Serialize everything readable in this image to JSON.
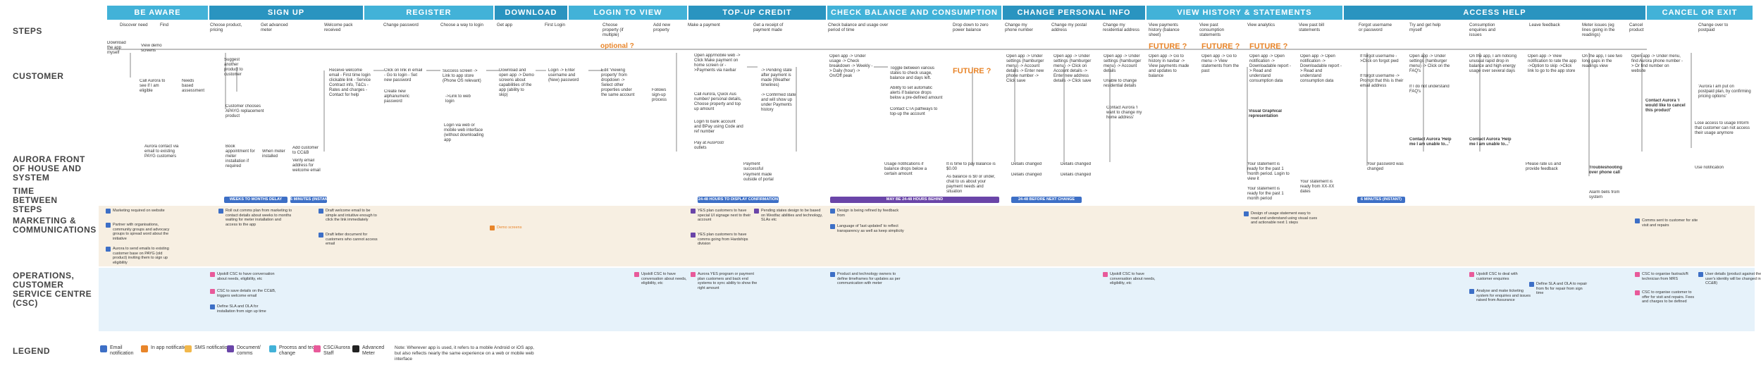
{
  "rows": {
    "steps": "STEPS",
    "customer": "CUSTOMER",
    "front": "AURORA FRONT OF HOUSE AND SYSTEM",
    "time": "TIME BETWEEN STEPS",
    "marketing": "MARKETING & COMMUNICATIONS",
    "ops": "OPERATIONS, CUSTOMER SERVICE CENTRE (CSC)",
    "legend": "LEGEND"
  },
  "phases": [
    {
      "label": "BE AWARE"
    },
    {
      "label": "SIGN UP"
    },
    {
      "label": "REGISTER"
    },
    {
      "label": "DOWNLOAD"
    },
    {
      "label": "LOGIN TO VIEW"
    },
    {
      "label": "TOP-UP CREDIT"
    },
    {
      "label": "CHECK BALANCE AND CONSUMPTION"
    },
    {
      "label": "CHANGE PERSONAL INFO"
    },
    {
      "label": "VIEW HISTORY & STATEMENTS"
    },
    {
      "label": "ACCESS HELP"
    },
    {
      "label": "CANCEL OR EXIT"
    }
  ],
  "steps": [
    "Discover need",
    "Find",
    "Choose product, pricing",
    "Get advanced meter",
    "Welcome pack received",
    "Change password",
    "Choose a way to login",
    "Get app",
    "First Login",
    "Choose property (if multiple)",
    "Add new property",
    "Make a payment",
    "Get a receipt of payment made",
    "Check balance and usage over period of time",
    "Drop down to zero power balance",
    "Change my phone number",
    "Change my postal address",
    "Change my residential address",
    "View payments history (balance sheet)",
    "View past consumption statements",
    "View analytics",
    "View past bill statements",
    "Forgot username or password",
    "Try and get help myself",
    "Consumption enquiries and issues",
    "Leave feedback",
    "Meter issues (eg lines going in the readings)",
    "Cancel product",
    "Change over to postpaid"
  ],
  "optional": "optional ?",
  "future": [
    "FUTURE ?",
    "FUTURE ?",
    "FUTURE ?",
    "FUTURE ?"
  ],
  "customer": [
    "Download the app myself",
    "View demo screens",
    "Call Aurora to see if I am eligible",
    "Needs based assessment",
    "Suggest another product to customer",
    "Customer chooses APAYG replacement product",
    "Receive welcome email - First time login clickable link - Service Contract info, T&Cs - Rates and charges - Contact for help",
    "Click on link in email - Go to login - Set new password",
    "Create new alphanumeric password",
    "Success screen -> Link to app store (Phone OS relevant)",
    "->Link to web login",
    "Login via web or mobile web interface (without downloading app",
    "Download and open app -> Demo screens about capabilities of the app (ability to skip)",
    "Login -> Enter username and (New) password",
    "Edit 'Viewing property' from dropdown -> Select other properties under the same account",
    "Follows sign-up process",
    "Open app/mobile web -> Click Make payment on home screen or ->Payments via navbar",
    "Call Aurora, Quick Aus number/ personal details, Choose property and top up amount",
    "Login to bank account and BPay using Code and ref number",
    "Pay at AusPost/ outlets",
    "-> Pending state after payment is made (Weather timelines)",
    "-> Confirmed state and will show up under Payments history",
    "Open app -> Under usage -> Check breakdown -> Weekly -> Daily (hour) -> On/Off peak",
    "Toggle between various states to check usage, balance and days left.",
    "Ability to set automatic alerts if balance drops below a pre-defined amount",
    "Contact CTA pathways to top-up the account",
    "Open app -> Under settings (hamburger menu) -> Account details -> Enter new phone number -> Click save",
    "Open app -> Under settings (hamburger menu) -> Click on Account details -> Enter new address details -> Click save",
    "Open app -> Under settings (hamburger menu) -> Account details",
    "Unable to change residential details",
    "Contact Aurora 'I want to change my home address'",
    "Open app -> Go to history in navbar -> View payments made and updates to balance",
    "Open app -> Go to menu -> View statements from the past",
    "Open app -> Open notification -> Downloadable report -> Read and understand consumption data",
    "Open app -> Open notification -> Downloadable report -> Read and understand consumption data",
    "If forgot username ->Click on forgot pwd",
    "If forgot username -> Prompt that this is their email address",
    "Open app -> Under settings (hamburger menu) -> Click on the FAQ's",
    "If I do not understand FAQ's",
    "On the app, I am noticing unusual rapid drop in balance and high energy usage over several days",
    "Open app -> View notification to rate the app ->Option to skip ->Click link to go to the app store",
    "On the app, I see two long gaps in the readings view",
    "Open app -> Under menu, find Aurora phone number -> Or find number on website",
    "'Aurora I am put on postpaid plan, by confirming pricing options'",
    "Contact Aurora 'I would like to cancel this product'",
    "Contact Aurora 'Help me I am unable to...'",
    "Contact Aurora 'Help me I am unable to...'",
    "Visual Graphical representation"
  ],
  "front": [
    "Aurora contact via email to existing PAYG customers",
    "Book appointment for meter installation if required",
    "When meter installed",
    "Add customer to CC&B",
    "Verify email address for welcome email",
    "Payment successful",
    "Payment made outside of portal",
    "Usage notifications if balance drops below a certain amount",
    "It is time to pay Balance is $0.00",
    "As balance is $0 or under, chat to us about your payment needs and situation",
    "Details changed",
    "Details changed",
    "Details changed",
    "Details changed",
    "Your statement is ready for the past 1 month period. Login to view it",
    "Your statement is ready for the past 1 month period",
    "Your statement is ready from XX-XX dates",
    "Your password was changed",
    "Please rate us and provide feedback",
    "Troubleshooting over phone call",
    "Alarm bells from system",
    "Lose access to usage Inform that customer can not access their usage anymore",
    "Use notification"
  ],
  "time": [
    {
      "label": "WEEKS TO MONTHS DELAY"
    },
    {
      "label": "6 MINUTES (INSTANT)"
    },
    {
      "label": "24-48 HOURS TO DISPLAY CONFIRMATION"
    },
    {
      "label": "MAY BE 24-48 HOURS BEHIND"
    },
    {
      "label": "24-48 BEFORE NEXT CHANGE"
    },
    {
      "label": "6 MINUTES (INSTANT)"
    }
  ],
  "marketing": [
    "Marketing required on website",
    "Partner with organisations, community groups and advocacy groups to spread word about the initiative",
    "Aurora to send emails to existing customer base on PAYG (old product) inviting them to sign up eligibility",
    "Roll out comms plan from marketing to contact details about weeks to months waiting for meter installation and access to the app",
    "Draft welcome email to be simple and intuitive enough to click the link immediately",
    "Draft letter document for customers who cannot access email",
    "Demo screens",
    "YES plan customers to have special UI signage next to their account",
    "YES plan customers to have comms going from Hardships division",
    "Pending states design to be based on Westfac abilities and technology, SLAs etc",
    "Design is being refined by feedback from",
    "Language of 'last updated' to reflect transparency as well as keep simplicity",
    "Design of usage statement easy to read and understand using visual cues and actionable next 1 steps"
  ],
  "ops": [
    "Upskill CSC to have conversation about needs, eligibility, etc",
    "CSC to save details on the CC&B, triggers welcome email",
    "Define SLA and OLA for installation from sign up time",
    "Upskill CSC to have conversation about needs, eligibility, etc",
    "Aurora YES program or payment plan customers and back end systems to sync ability to show the right amount",
    "Product and technology owners to define timeframes for updates as per communication with meter",
    "Upskill CSC to have conversation about needs, eligibility, etc",
    "Upskill CSC to deal with customer enquiries",
    "Analyse and make ticketing system for enquiries and issues raised from Assurance",
    "Define SLA and OLA to repair from fix for repair from sign time",
    "CSC to organise fastrack/ft technician from MRS",
    "CSC to organise customer to offer for visit and repairs. Fees and charges to be defined",
    "Comms sent to customer for site visit and repairs",
    "User details (product against the user's identity will be changed in CC&B)"
  ],
  "legend": [
    "Email notification",
    "In app notification",
    "SMS notification",
    "Document/ comms",
    "Process and tech change",
    "CSC/Aurora Staff",
    "Advanced Meter"
  ],
  "legend_note": "Note: Wherever app is used, it refers to a mobile Android or iOS app, but also reflects nearly the same experience on a web or mobile web interface",
  "colors": {
    "phase": "#42b2d8",
    "phase_alt": "#2a94c0",
    "marketing_band": "#f7efe2",
    "ops_band": "#e6f2fa",
    "future": "#e8852a",
    "time_blue": "#3d6fc6",
    "time_purple": "#6a45a8"
  }
}
